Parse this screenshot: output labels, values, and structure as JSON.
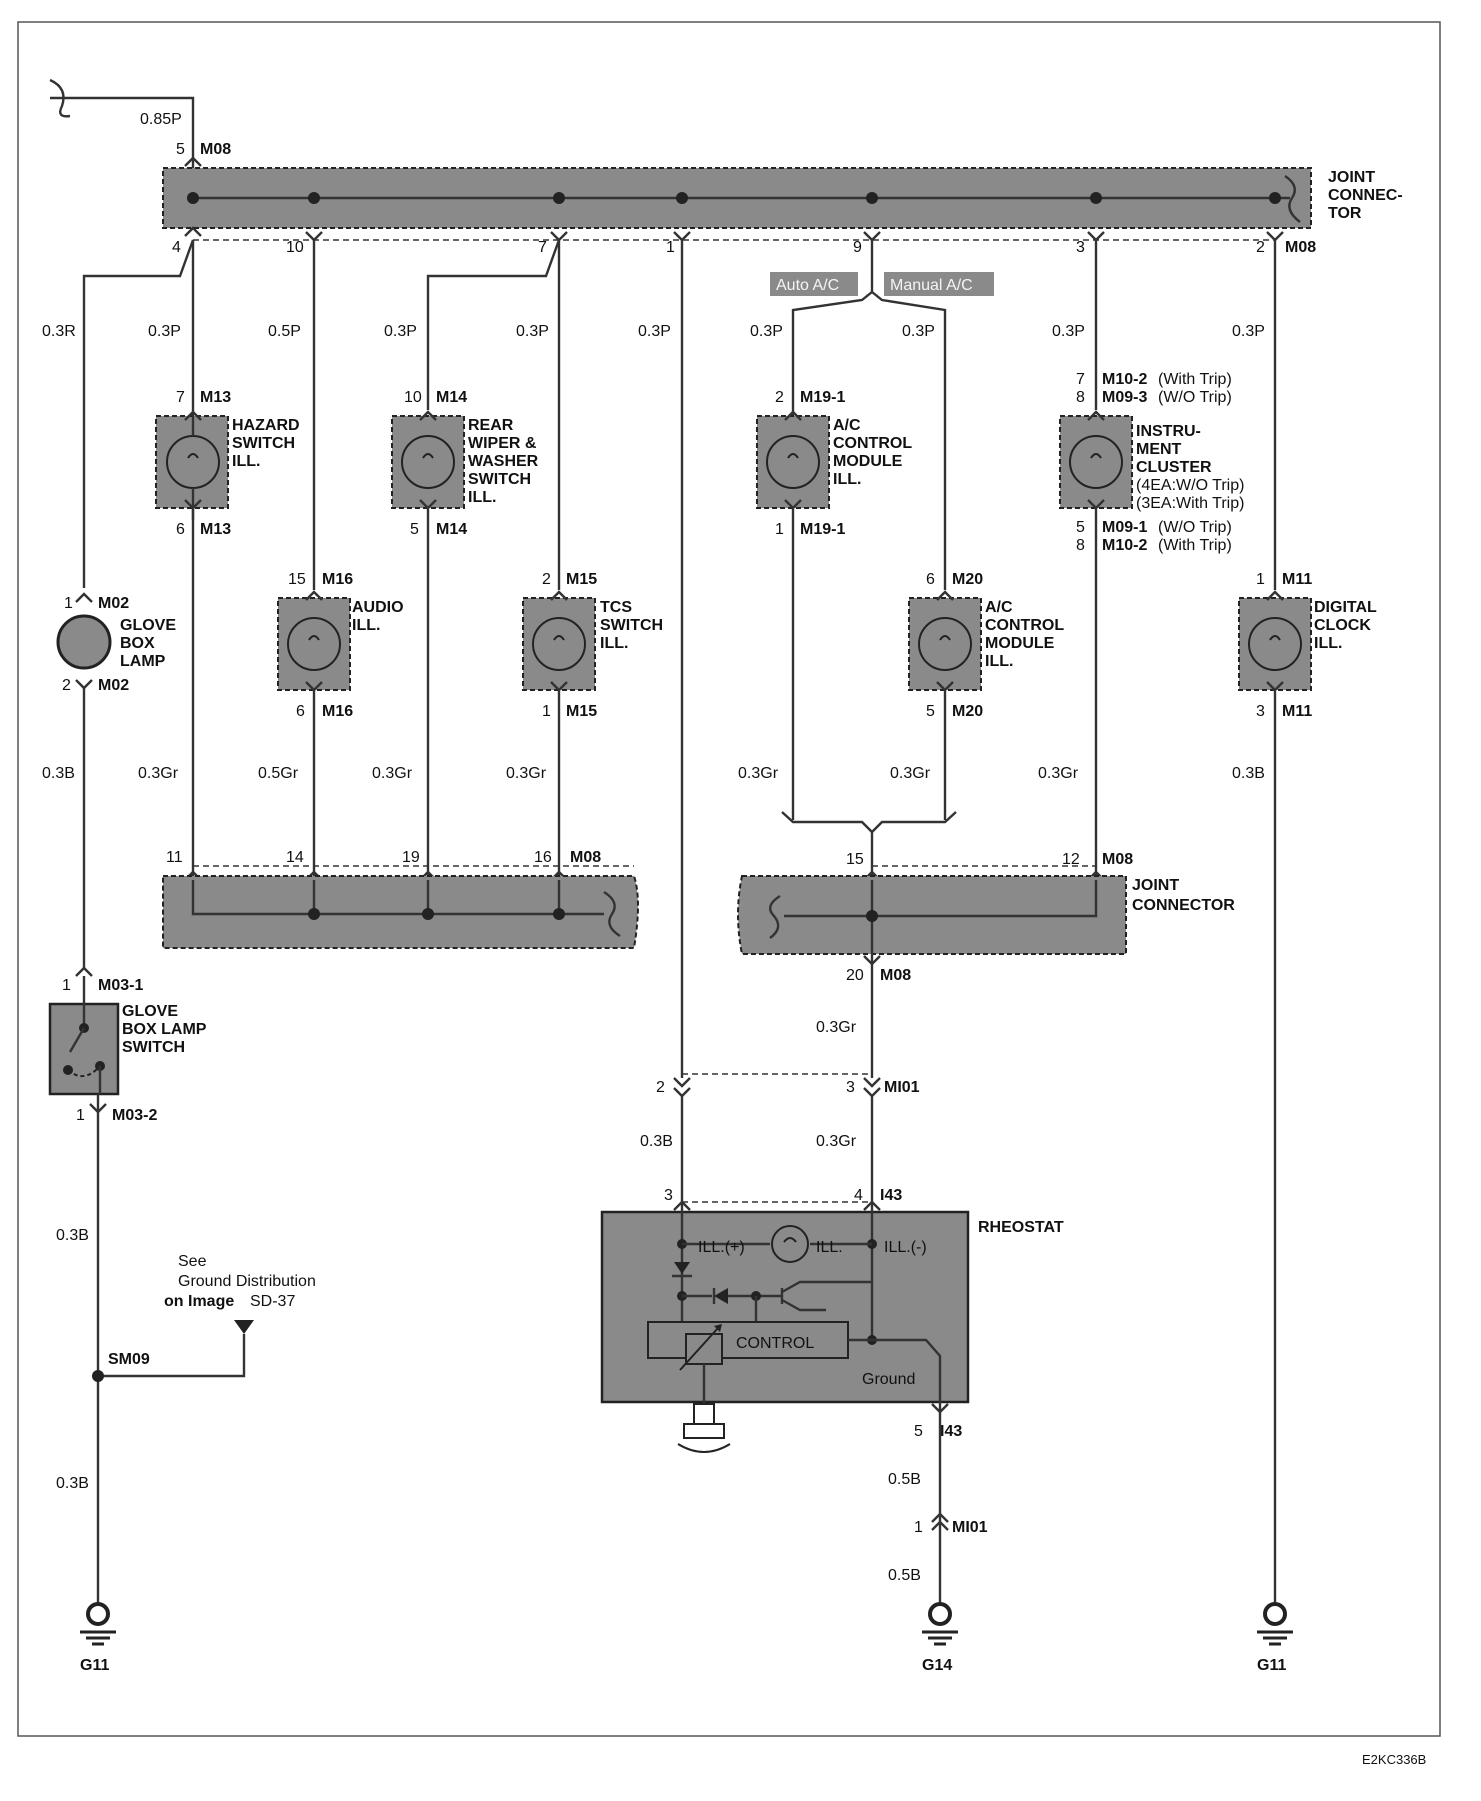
{
  "top": {
    "wire_in": "0.85P",
    "pin5": "5",
    "m08_top": "M08",
    "joint_label": [
      "JOINT",
      "CONNEC-",
      "TOR"
    ]
  },
  "pins_top": {
    "p4": "4",
    "p10": "10",
    "p7": "7",
    "p1": "1",
    "p9": "9",
    "p3": "3",
    "p2": "2",
    "m08": "M08"
  },
  "tags": {
    "auto": "Auto A/C",
    "manual": "Manual A/C"
  },
  "wires": {
    "w_r": "0.3R",
    "w_hz": "0.3P",
    "w_au": "0.5P",
    "w_rw": "0.3P",
    "w_tc": "0.3P",
    "w_rh": "0.3P",
    "w_aa": "0.3P",
    "w_ma": "0.3P",
    "w_ic": "0.3P",
    "w_dc": "0.3P"
  },
  "hazard": {
    "pin_top": "7",
    "conn_top": "M13",
    "label": [
      "HAZARD",
      "SWITCH",
      "ILL."
    ],
    "pin_bot": "6",
    "conn_bot": "M13"
  },
  "rear": {
    "pin_top": "10",
    "conn_top": "M14",
    "label": [
      "REAR",
      "WIPER &",
      "WASHER",
      "SWITCH",
      "ILL."
    ],
    "pin_bot": "5",
    "conn_bot": "M14"
  },
  "acm1": {
    "pin_top": "2",
    "conn_top": "M19-1",
    "label": [
      "A/C",
      "CONTROL",
      "MODULE",
      "ILL."
    ],
    "pin_bot": "1",
    "conn_bot": "M19-1"
  },
  "cluster": {
    "pin_top1": "7",
    "conn_top1": "M10-2",
    "note_top1": "(With Trip)",
    "pin_top2": "8",
    "conn_top2": "M09-3",
    "note_top2": "(W/O Trip)",
    "label": [
      "INSTRU-",
      "MENT",
      "CLUSTER",
      "(4EA:W/O Trip)",
      "(3EA:With Trip)"
    ],
    "pin_bot1": "5",
    "conn_bot1": "M09-1",
    "note_bot1": "(W/O Trip)",
    "pin_bot2": "8",
    "conn_bot2": "M10-2",
    "note_bot2": "(With Trip)"
  },
  "glove": {
    "pin_top": "1",
    "conn_top": "M02",
    "label": [
      "GLOVE",
      "BOX",
      "LAMP"
    ],
    "pin_bot": "2",
    "conn_bot": "M02"
  },
  "audio": {
    "pin_top": "15",
    "conn_top": "M16",
    "label": [
      "AUDIO",
      "ILL."
    ],
    "pin_bot": "6",
    "conn_bot": "M16"
  },
  "tcs": {
    "pin_top": "2",
    "conn_top": "M15",
    "label": [
      "TCS",
      "SWITCH",
      "ILL."
    ],
    "pin_bot": "1",
    "conn_bot": "M15"
  },
  "acm2": {
    "pin_top": "6",
    "conn_top": "M20",
    "label": [
      "A/C",
      "CONTROL",
      "MODULE",
      "ILL."
    ],
    "pin_bot": "5",
    "conn_bot": "M20"
  },
  "clock": {
    "pin_top": "1",
    "conn_top": "M11",
    "label": [
      "DIGITAL",
      "CLOCK",
      "ILL."
    ],
    "pin_bot": "3",
    "conn_bot": "M11"
  },
  "lower_wires": {
    "l_gl": "0.3B",
    "l_hz": "0.3Gr",
    "l_au": "0.5Gr",
    "l_rw": "0.3Gr",
    "l_tc": "0.3Gr",
    "l_aa": "0.3Gr",
    "l_ma": "0.3Gr",
    "l_ic": "0.3Gr",
    "l_dc": "0.3B"
  },
  "bus2": {
    "p11": "11",
    "p14": "14",
    "p19": "19",
    "p16": "16",
    "m08": "M08"
  },
  "bus3": {
    "p15": "15",
    "p12": "12",
    "m08": "M08",
    "label": [
      "JOINT",
      "CONNECTOR"
    ],
    "p20": "20",
    "m08b": "M08"
  },
  "gsw": {
    "pin_top": "1",
    "conn_top": "M03-1",
    "label": [
      "GLOVE",
      "BOX LAMP",
      "SWITCH"
    ],
    "pin_bot": "1",
    "conn_bot": "M03-2"
  },
  "left_wires": {
    "a": "0.3B",
    "b": "0.3B"
  },
  "ground_note": {
    "l1": "See",
    "l2": "Ground Distribution",
    "l3": "on Image",
    "l4": "SD-37"
  },
  "splice": "SM09",
  "mi01": {
    "w_in": "0.3Gr",
    "p2": "2",
    "p3": "3",
    "conn": "MI01",
    "w_left": "0.3B",
    "w_right": "0.3Gr"
  },
  "rheo": {
    "p3": "3",
    "p4": "4",
    "conn": "I43",
    "title": "RHEOSTAT",
    "ill_plus": "ILL.(+)",
    "ill": "ILL.",
    "ill_minus": "ILL.(-)",
    "control": "CONTROL",
    "ground": "Ground",
    "p5": "5",
    "conn5": "I43"
  },
  "bottom": {
    "w1": "0.5B",
    "pin1": "1",
    "conn1": "MI01",
    "w2": "0.5B"
  },
  "grounds": {
    "g1": "G11",
    "g2": "G14",
    "g3": "G11"
  },
  "code": "E2KC336B"
}
